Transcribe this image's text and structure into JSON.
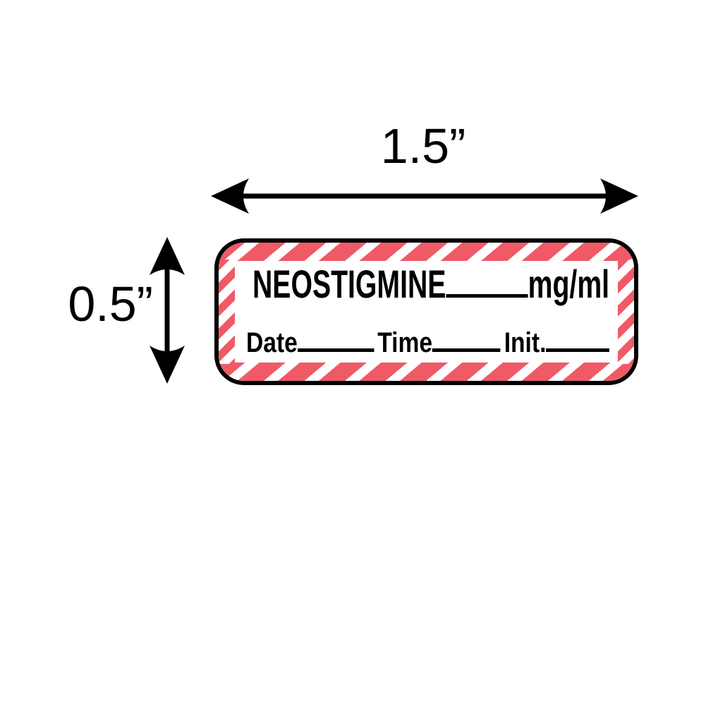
{
  "dimensions": {
    "width_label": "1.5”",
    "height_label": "0.5”"
  },
  "label": {
    "drug_name": "NEOSTIGMINE",
    "unit": "mg/ml",
    "fields": {
      "date": "Date",
      "time": "Time",
      "init": "Init."
    },
    "colors": {
      "stripe_red": "#EF5A66",
      "outline_black": "#000000",
      "label_background": "#FFFFFF"
    }
  }
}
